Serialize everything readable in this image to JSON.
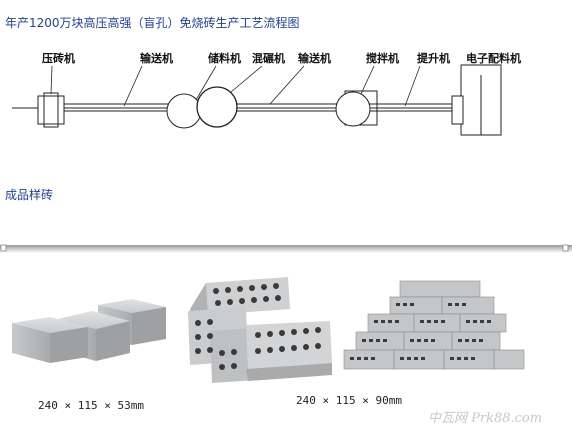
{
  "title": "年产1200万块高压高强（盲孔）免烧砖生产工艺流程图",
  "diagram": {
    "labels": {
      "press": "压砖机",
      "conveyor1": "输送机",
      "storage": "储料机",
      "roller_mixer": "混碾机",
      "conveyor2": "输送机",
      "mixer": "搅拌机",
      "elevator": "提升机",
      "batcher": "电子配料机"
    }
  },
  "section_title": "成品样砖",
  "products": {
    "small_caption": "240 × 115 × 53mm",
    "large_caption": "240 × 115 × 90mm"
  },
  "watermark": "中瓦网 Prk88.com",
  "colors": {
    "title": "#1f3f9a",
    "line": "#222222",
    "brick": "#bfc1c3"
  }
}
